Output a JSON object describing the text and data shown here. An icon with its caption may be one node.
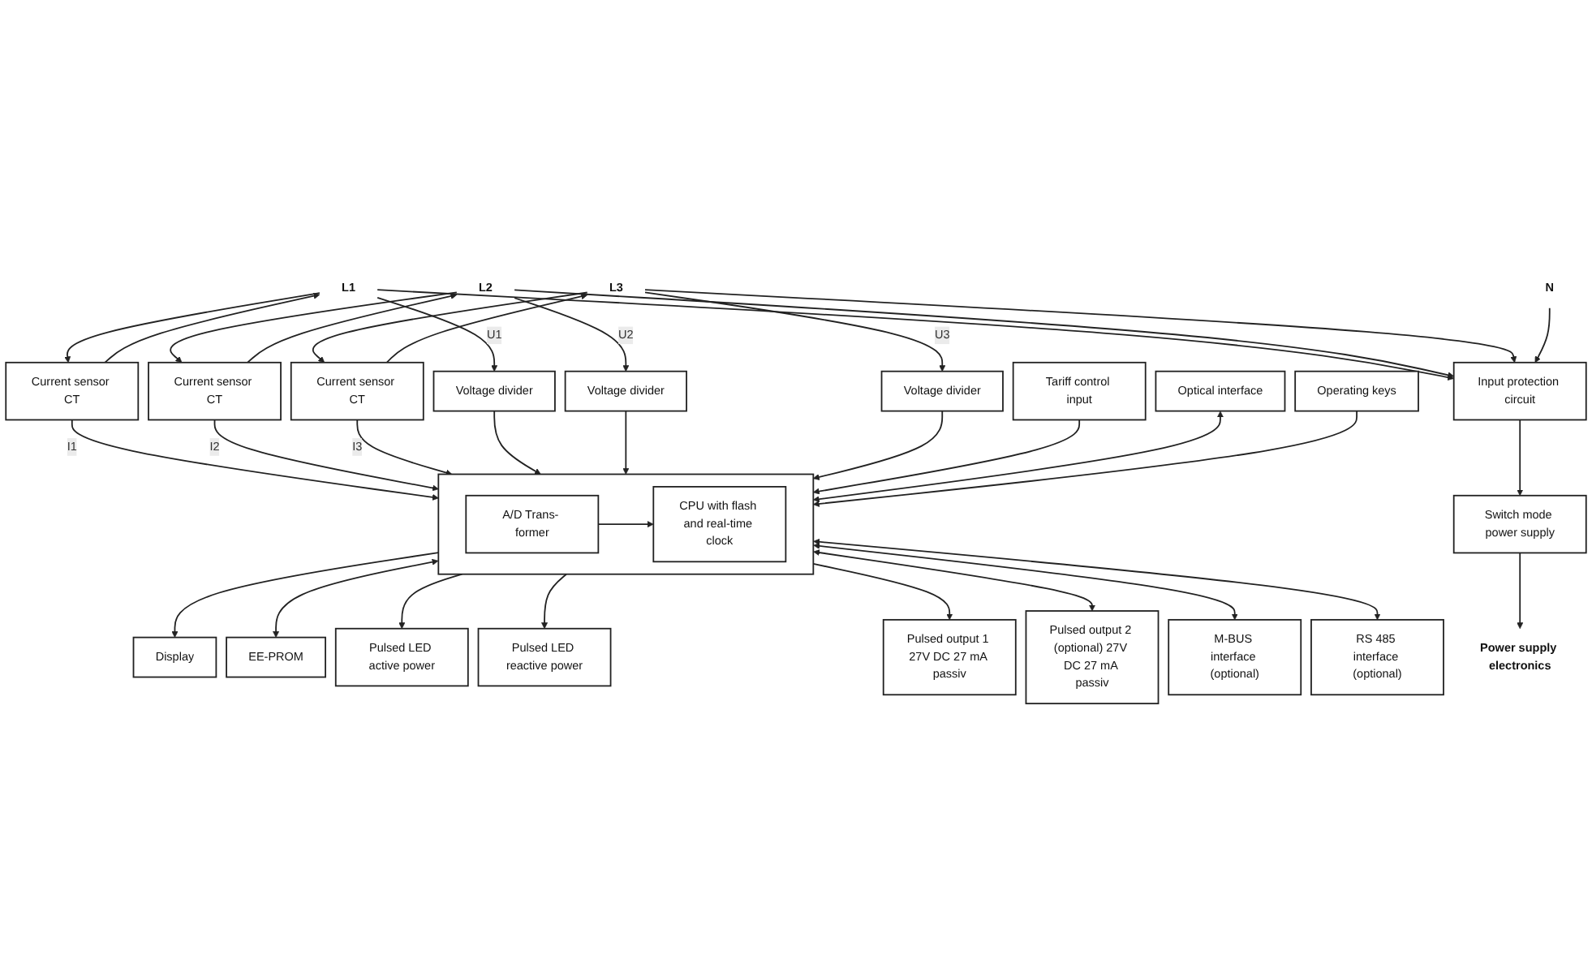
{
  "diagram": {
    "nodes": [
      {
        "text": [
          "L1"
        ]
      },
      {
        "text": [
          "L2"
        ]
      },
      {
        "text": [
          "L3"
        ]
      },
      {
        "text": [
          "Current sensor CT"
        ]
      },
      {
        "text": [
          "Current sensor CT"
        ]
      },
      {
        "text": [
          "Current sensor CT"
        ]
      },
      {
        "text": [
          "Tariff control input"
        ]
      },
      {
        "text": [
          "Optical interface"
        ]
      },
      {
        "text": [
          "Operating keys"
        ]
      },
      {
        "text": [],
        "shape": "box"
      },
      {
        "text": [
          "A/D Trans- former"
        ],
        "in": 9
      },
      {
        "text": [
          "CPU with flash and real-time clock"
        ],
        "in": 9
      },
      {
        "text": [
          "Display"
        ]
      },
      {
        "text": [
          "EE-PROM"
        ]
      },
      {
        "text": [
          "Voltage divider"
        ]
      },
      {
        "text": [
          "Voltage divider"
        ]
      },
      {
        "text": [
          "Voltage divider"
        ]
      },
      {
        "text": [
          "N"
        ]
      },
      {
        "text": [
          "Input protection circuit"
        ]
      },
      {
        "text": [
          "Switch mode power supply"
        ]
      },
      {
        "text": [
          "Power supply electronics"
        ]
      },
      {
        "text": [
          "Pulsed LED active power"
        ]
      },
      {
        "text": [
          "Pulsed LED reactive power"
        ]
      },
      {
        "text": [
          "Pulsed output 1 27V DC 27 mA passiv"
        ]
      },
      {
        "text": [
          "Pulsed output 2 (optional) 27V DC 27 mA passiv"
        ]
      },
      {
        "text": [
          "M-BUS interface (optional)"
        ]
      },
      {
        "text": [
          "RS 485 interface (optional)"
        ]
      }
    ],
    "edges": [
      {
        "from": 0,
        "to": 3,
        "arrow": "to"
      },
      {
        "from": 3,
        "to": 0,
        "arrow": "to"
      },
      {
        "from": 1,
        "to": 4,
        "arrow": "to"
      },
      {
        "from": 4,
        "to": 1,
        "arrow": "to"
      },
      {
        "from": 2,
        "to": 5,
        "arrow": "to"
      },
      {
        "from": 5,
        "to": 2,
        "arrow": "to"
      },
      {
        "from": 3,
        "to": 9,
        "arrow": "to",
        "label": "I1"
      },
      {
        "from": 4,
        "to": 9,
        "arrow": "to",
        "label": "I2"
      },
      {
        "from": 5,
        "to": 9,
        "arrow": "to",
        "label": "I3"
      },
      {
        "from": 0,
        "to": 14,
        "arrow": "to",
        "label": "U1"
      },
      {
        "from": 1,
        "to": 15,
        "arrow": "to",
        "label": "U2"
      },
      {
        "from": 2,
        "to": 16,
        "arrow": "to",
        "label": "U3"
      },
      {
        "from": 0,
        "to": 18,
        "arrow": "to"
      },
      {
        "from": 1,
        "to": 18,
        "arrow": "to"
      },
      {
        "from": 2,
        "to": 18,
        "arrow": "to"
      },
      {
        "from": 14,
        "to": 9,
        "arrow": "to"
      },
      {
        "from": 15,
        "to": 9,
        "arrow": "to"
      },
      {
        "from": 16,
        "to": 9,
        "arrow": "to"
      },
      {
        "from": 6,
        "to": 9,
        "arrow": "to"
      },
      {
        "from": 7,
        "to": 9,
        "arrow": "both"
      },
      {
        "from": 8,
        "to": 9,
        "arrow": "to"
      },
      {
        "from": 10,
        "to": 11,
        "arrow": "to"
      },
      {
        "from": 9,
        "to": 12,
        "arrow": "to"
      },
      {
        "from": 9,
        "to": 13,
        "arrow": "both"
      },
      {
        "from": 17,
        "to": 18,
        "arrow": "to"
      },
      {
        "from": 18,
        "to": 19,
        "arrow": "to"
      },
      {
        "from": 19,
        "to": 20,
        "arrow": "to"
      },
      {
        "from": 9,
        "to": 21,
        "arrow": "to"
      },
      {
        "from": 9,
        "to": 22,
        "arrow": "to"
      },
      {
        "from": 9,
        "to": 23,
        "arrow": "to"
      },
      {
        "from": 9,
        "to": 24,
        "arrow": "both"
      },
      {
        "from": 9,
        "to": 25,
        "arrow": "both"
      },
      {
        "from": 9,
        "to": 26,
        "arrow": "both"
      }
    ]
  }
}
